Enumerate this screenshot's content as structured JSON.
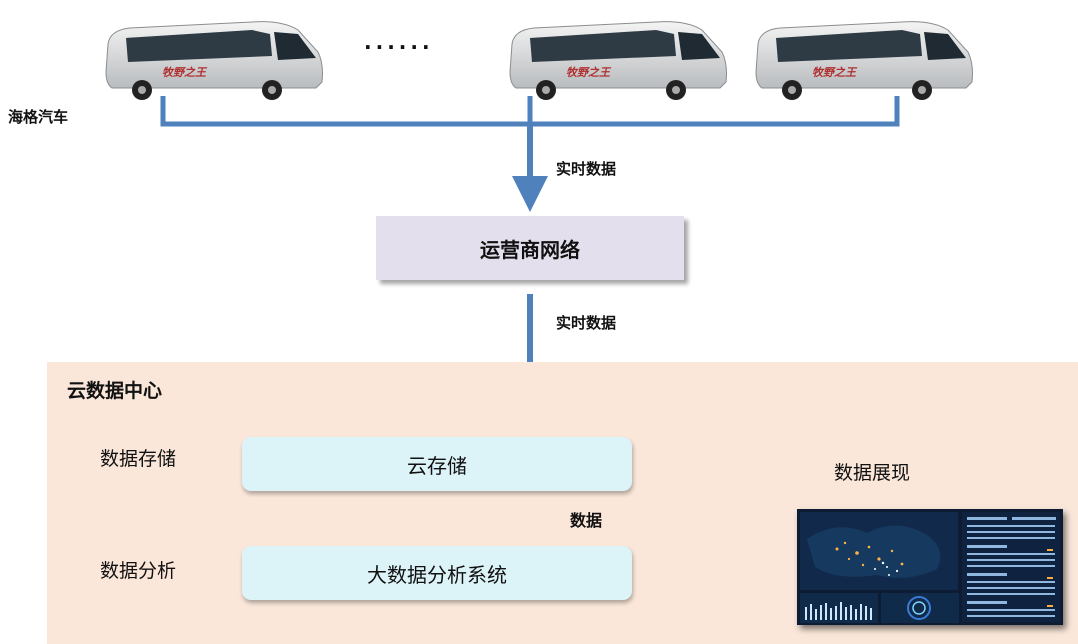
{
  "vehicles": {
    "label": "海格汽车",
    "ellipsis": "......",
    "bus_logo": "牧野之王"
  },
  "flow": {
    "realtime_1": "实时数据",
    "realtime_2": "实时数据",
    "data": "数据"
  },
  "operator_network": {
    "label": "运营商网络"
  },
  "data_center": {
    "title": "云数据中心",
    "storage_row_label": "数据存储",
    "analysis_row_label": "数据分析",
    "storage_box": "云存储",
    "analysis_box": "大数据分析系统"
  },
  "display": {
    "label": "数据展现"
  },
  "colors": {
    "connector": "#4f81bd",
    "operator_fill": "#e4dfec",
    "datacenter_fill": "#fae7da",
    "pill_fill": "#dcf3f8",
    "dashboard_bg": "#0d1c33"
  }
}
